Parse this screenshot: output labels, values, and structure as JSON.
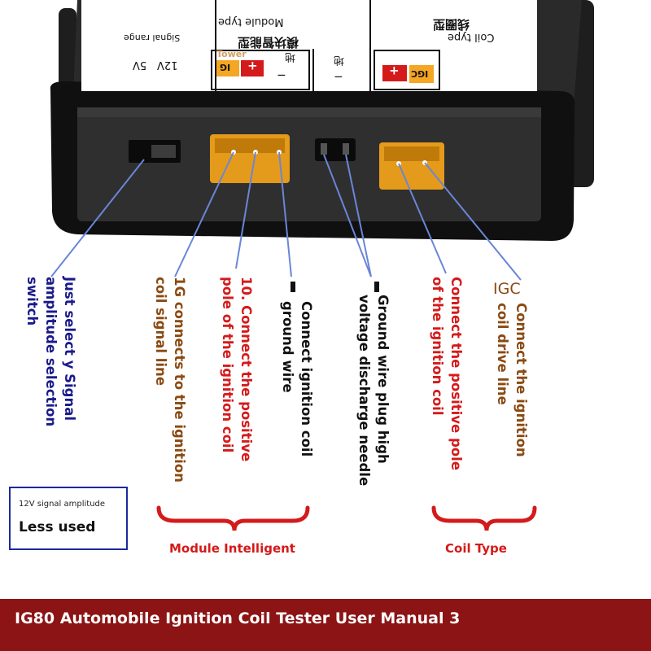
{
  "device": {
    "label_ground_cn": "地",
    "label_coil_type_cn": "线圈型",
    "label_coil_type_en": "Coil type",
    "label_module_type_cn": "模块智能型",
    "label_module_type_en": "Module type",
    "label_signal_range": "Signal range",
    "label_voltage_12v": "12V",
    "label_voltage_5v": "5V",
    "label_igc": "IGC",
    "label_ig": "IG",
    "label_plus": "+",
    "label_minus": "−",
    "watermark": "Tower"
  },
  "callouts": {
    "switch": {
      "label": "Just select y Signal amplitude selection switch",
      "color": "#1a1a8c"
    },
    "ig_signal": {
      "label": "1G connects to the ignition coil signal line",
      "color": "#8a4a12"
    },
    "positive_module": {
      "label": "10. Connect the positive pole of the ignition coil",
      "color": "#d41a1a"
    },
    "ground_module": {
      "label": "Connect ignition coil ground wire",
      "color": "#111111"
    },
    "ground_plug": {
      "label": "Ground wire plug high voltage discharge needle",
      "color": "#111111"
    },
    "positive_coil": {
      "label": "Connect the positive pole of the ignition coil",
      "color": "#d41a1a"
    },
    "igc_prefix": {
      "label": "IGC",
      "color": "#8a4a12"
    },
    "igc_drive": {
      "label": "Connect the ignition coil drive line",
      "color": "#8a4a12"
    }
  },
  "note": {
    "small": "12V signal amplitude",
    "big": "Less used"
  },
  "groups": {
    "module": "Module Intelligent",
    "coil": "Coil Type"
  },
  "footer": {
    "title": "IG80 Automobile Ignition Coil Tester User Manual 3"
  }
}
